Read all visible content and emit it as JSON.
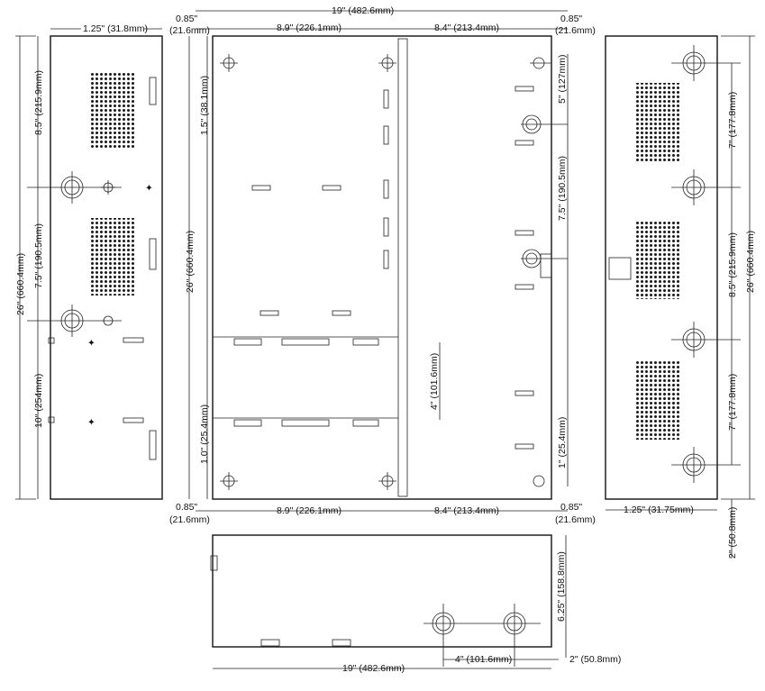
{
  "drawing": {
    "front_top": {
      "overall_width": "19\" (482.6mm)",
      "left_margin_in": "0.85\"",
      "left_margin_mm": "(21.6mm)",
      "left_span": "8.9\" (226.1mm)",
      "right_span": "8.4\" (213.4mm)",
      "right_margin_in": "0.85\"",
      "right_margin_mm": "(21.6mm)"
    },
    "front_bottom": {
      "left_margin_in": "0.85\"",
      "left_margin_mm": "(21.6mm)",
      "left_span": "8.9\" (226.1mm)",
      "right_span": "8.4\" (213.4mm)",
      "right_margin_in": "0.85\"",
      "right_margin_mm": "(21.6mm)"
    },
    "front_vertical": {
      "height": "26\" (660.4mm)",
      "top_offset": "1.5\" (38.1mm)",
      "bottom_offset": "1.0\" (25.4mm)",
      "shelf_spacing": "4\" (101.6mm)"
    },
    "front_right": {
      "five": "5\" (127mm)",
      "seven_five": "7.5\" (190.5mm)",
      "one": "1\" (25.4mm)"
    },
    "left_side": {
      "top_width": "1.25\" (31.8mm)",
      "height": "26\" (660.4mm)",
      "top_spacing": "8.5\" (215.9mm)",
      "mid_spacing": "7.5\" (190.5mm)",
      "bottom_spacing": "10\" (254mm)"
    },
    "right_side": {
      "height": "26\" (660.4mm)",
      "upper_spacing": "7\" (177.8mm)",
      "mid_spacing": "8.5\" (215.9mm)",
      "lower_spacing": "7\" (177.8mm)",
      "bottom_width": "1.25\" (31.75mm)",
      "bottom_offset": "2\" (50.8mm)"
    },
    "bottom_view": {
      "depth": "6.25\" (158.8mm)",
      "knockout_offset": "2\" (50.8mm)",
      "knockout_spacing": "4\" (101.6mm)",
      "width": "19\" (482.6mm)"
    }
  }
}
